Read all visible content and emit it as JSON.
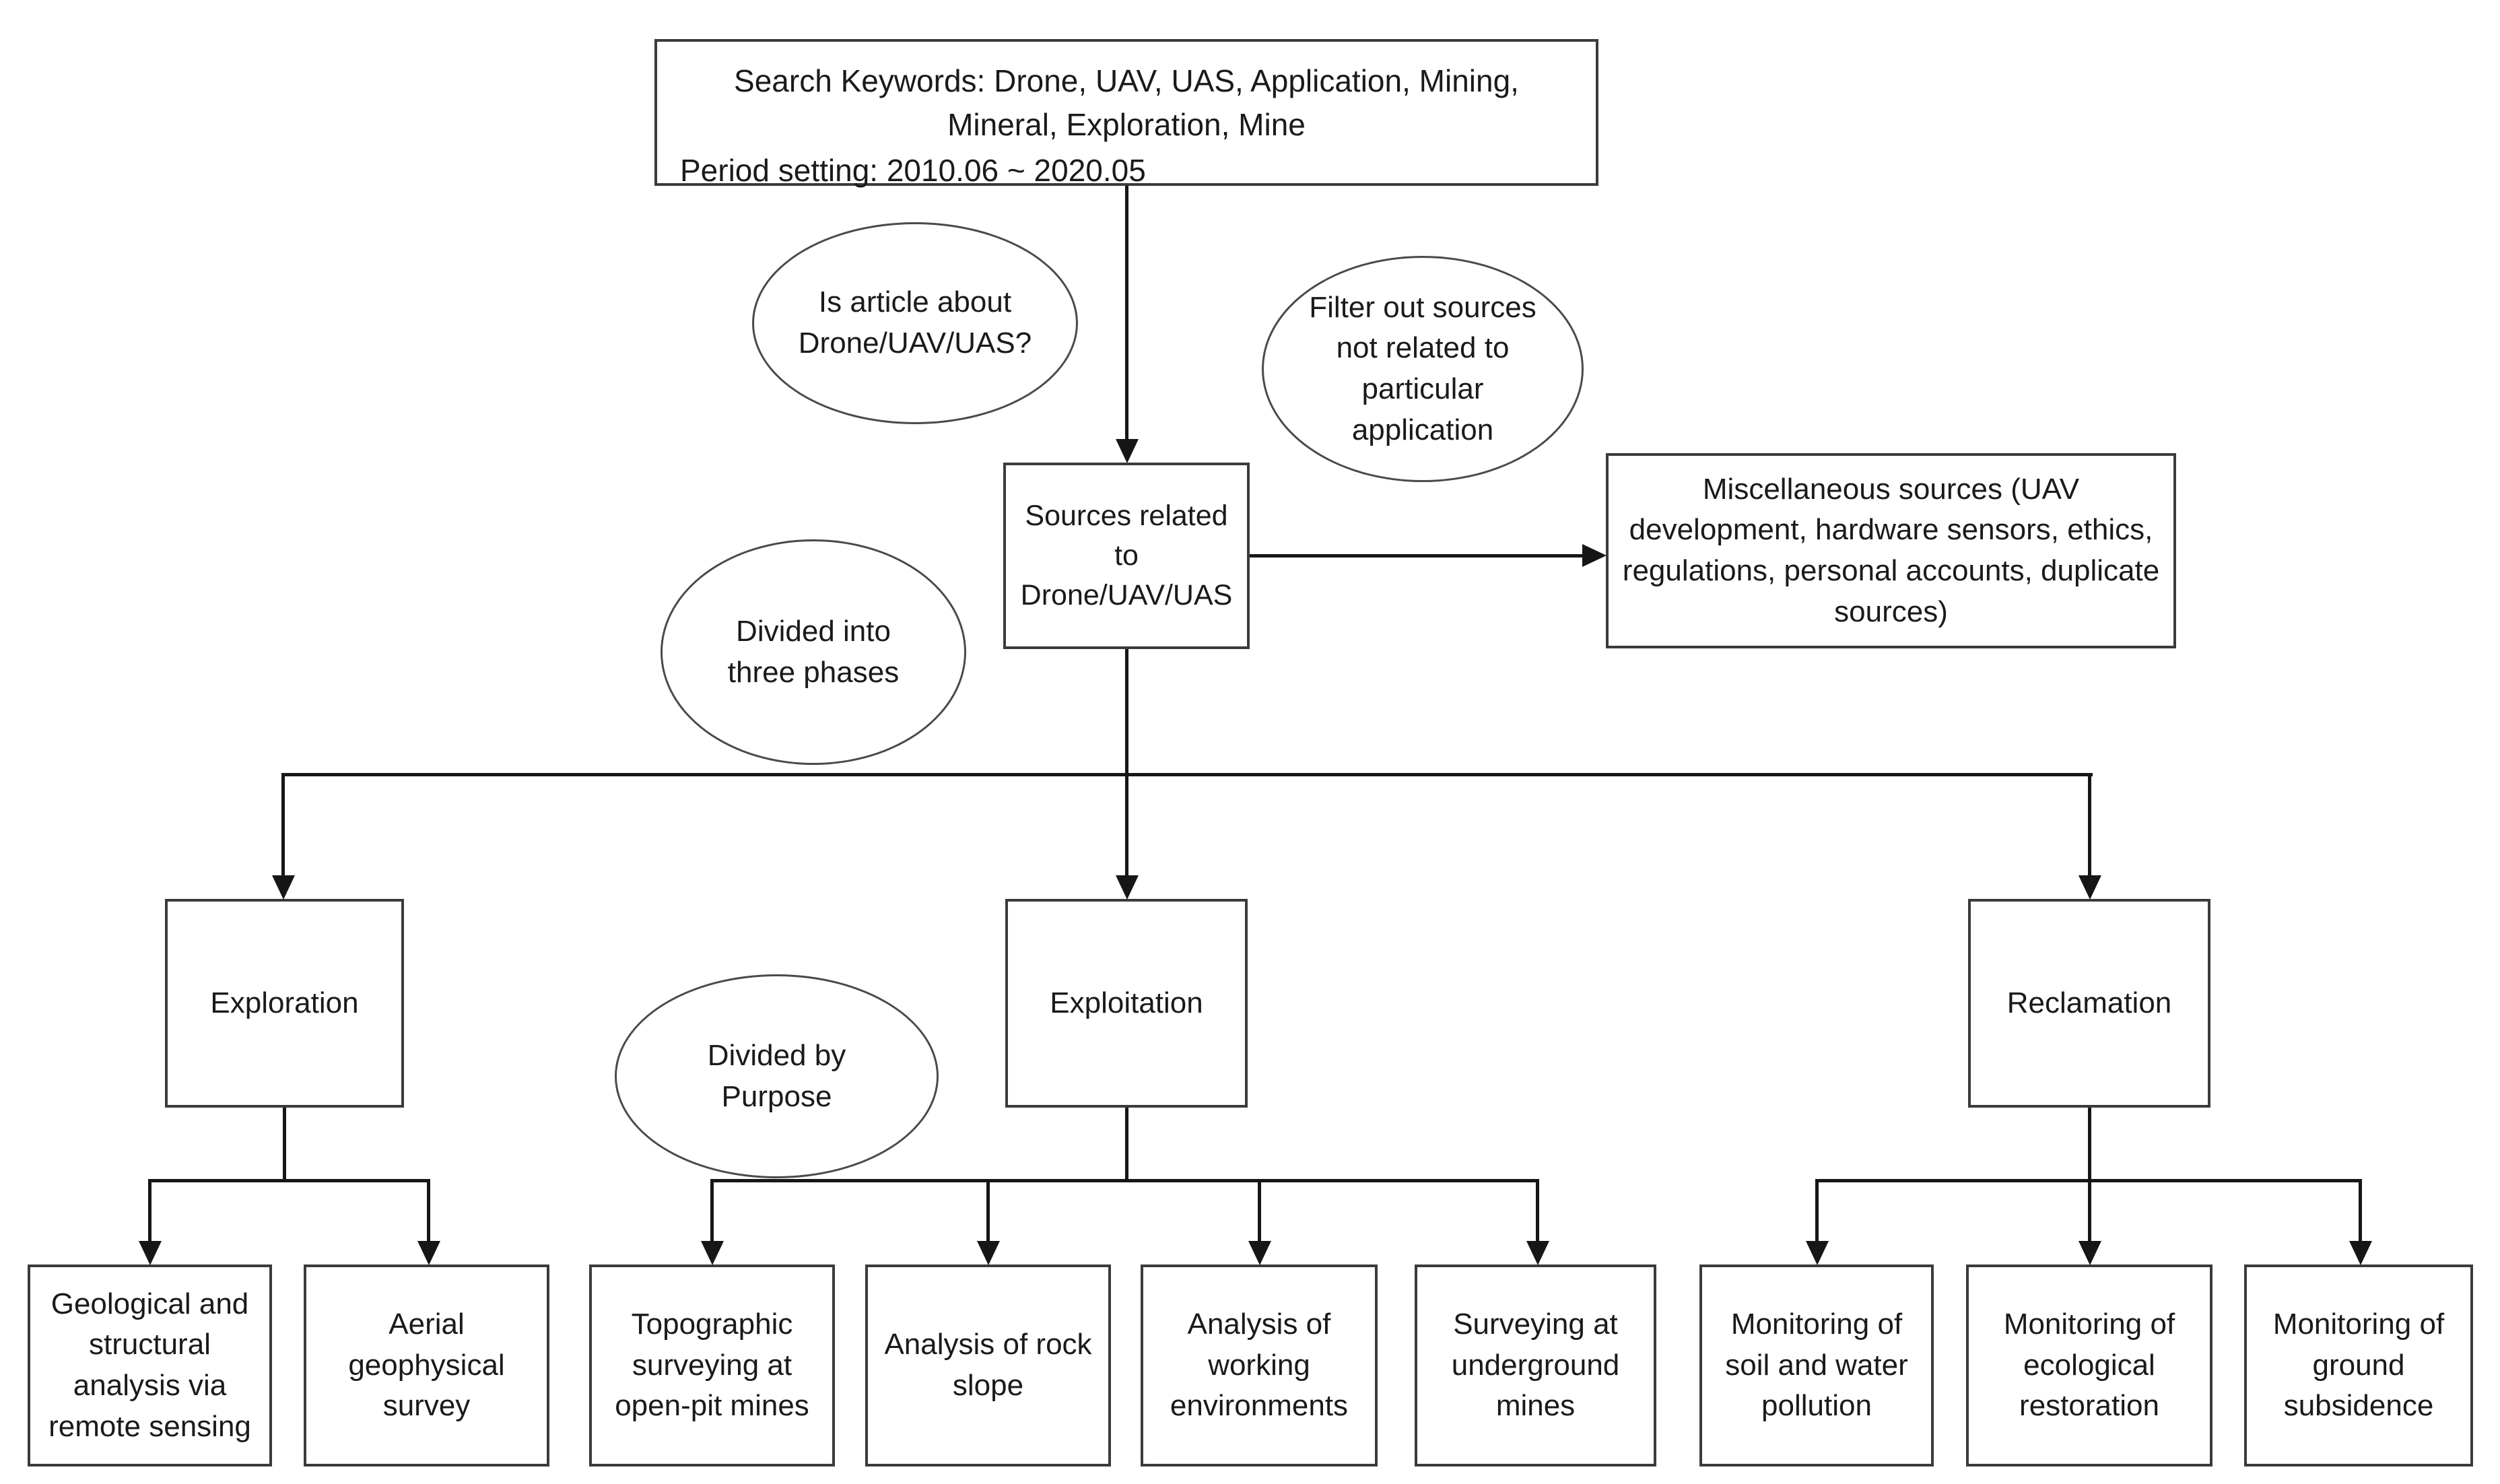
{
  "diagram": {
    "title": "UAV mining application literature screening flowchart",
    "nodes": {
      "search_keywords": "Search Keywords: Drone, UAV, UAS, Application, Mining, Mineral, Exploration, Mine",
      "period_setting": "Period setting: 2010.06 ~ 2020.05",
      "is_article_question": "Is article about Drone/UAV/UAS?",
      "filter_note": "Filter out sources not related to particular application",
      "sources": "Sources related to Drone/UAV/UAS",
      "miscellaneous": "Miscellaneous sources (UAV development, hardware sensors, ethics, regulations, personal accounts, duplicate sources)",
      "phases_note": "Divided into three phases",
      "purpose_note": "Divided by Purpose",
      "phase_exploration": "Exploration",
      "phase_exploitation": "Exploitation",
      "phase_reclamation": "Reclamation",
      "children": [
        "Geological and structural analysis via remote sensing",
        "Aerial geophysical survey",
        "Topographic surveying at open-pit mines",
        "Analysis of rock slope",
        "Analysis of working environments",
        "Surveying at underground mines",
        "Monitoring of soil and water pollution",
        "Monitoring of ecological restoration",
        "Monitoring of ground subsidence"
      ]
    },
    "colors": {
      "background": "#ffffff",
      "border": "#3b3b3b",
      "line": "#161616",
      "text": "#1a1a1a"
    }
  }
}
